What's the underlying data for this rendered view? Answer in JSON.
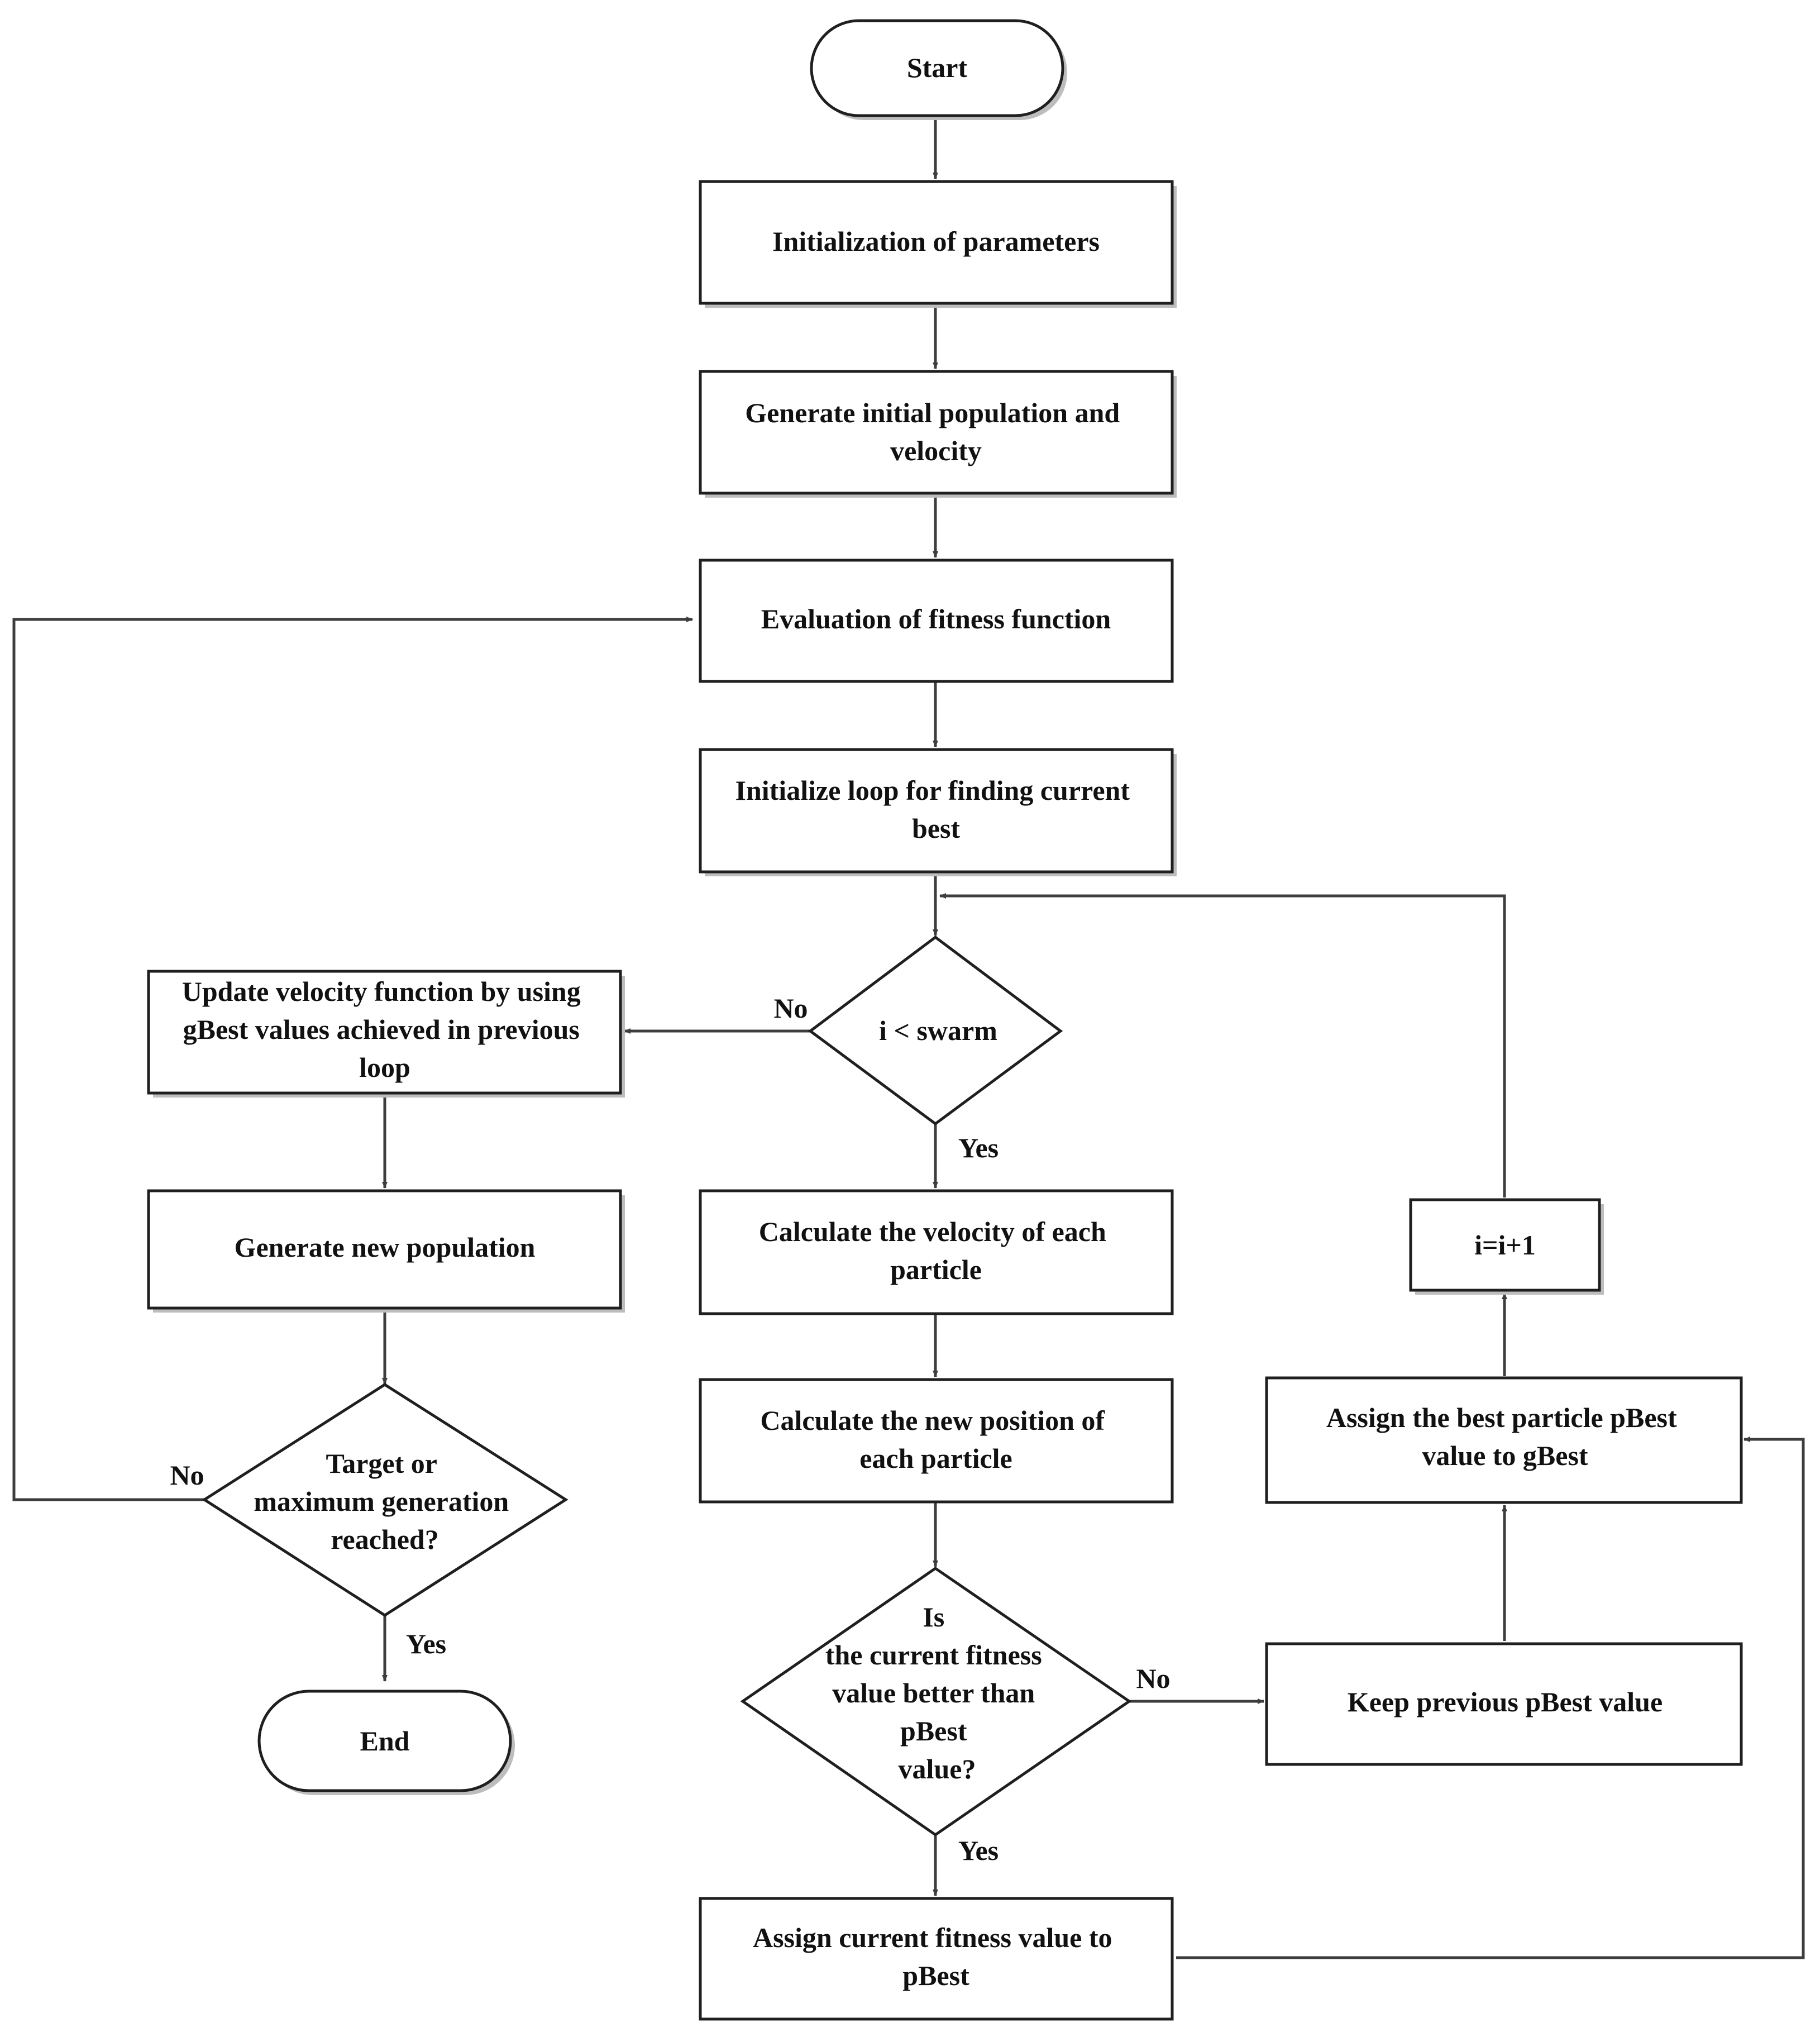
{
  "nodes": {
    "start": "Start",
    "init_params": "Initialization of parameters",
    "gen_initial": [
      "Generate initial population and",
      "velocity"
    ],
    "eval_fitness": "Evaluation of fitness function",
    "init_loop": [
      "Initialize loop for finding current",
      "best"
    ],
    "cond_swarm": "i < swarm",
    "update_velocity": [
      "Update velocity function by using",
      "gBest values achieved in previous",
      "loop"
    ],
    "gen_new_pop": "Generate new population",
    "cond_target": [
      "Target  or",
      "maximum generation",
      "reached?"
    ],
    "end": "End",
    "calc_velocity": [
      "Calculate the velocity of each",
      "particle"
    ],
    "calc_position": [
      "Calculate the new position of",
      "each particle"
    ],
    "cond_fitness": [
      "Is",
      "the current fitness",
      "value better than",
      "pBest",
      "value?"
    ],
    "assign_pbest": [
      "Assign current fitness value to",
      "pBest"
    ],
    "keep_pbest": "Keep previous pBest value",
    "assign_gbest": [
      "Assign the best particle pBest",
      "value to gBest"
    ],
    "increment": "i=i+1"
  },
  "edge_labels": {
    "swarm_no": "No",
    "swarm_yes": "Yes",
    "target_no": "No",
    "target_yes": "Yes",
    "fitness_no": "No",
    "fitness_yes": "Yes"
  }
}
